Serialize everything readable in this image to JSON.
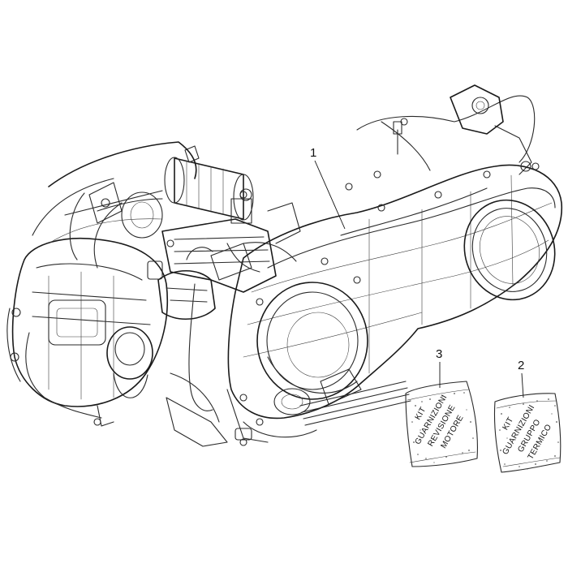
{
  "callouts": [
    {
      "number": "1"
    },
    {
      "number": "2"
    },
    {
      "number": "3"
    }
  ],
  "kits": {
    "gasket_kit_engine_overhaul": [
      "KIT",
      "GUARNIZIONI",
      "REVISIONE",
      "MOTORE"
    ],
    "gasket_kit_cylinder_group": [
      "KIT",
      "GUARNIZIONI",
      "GRUPPO",
      "TERMICO"
    ]
  }
}
